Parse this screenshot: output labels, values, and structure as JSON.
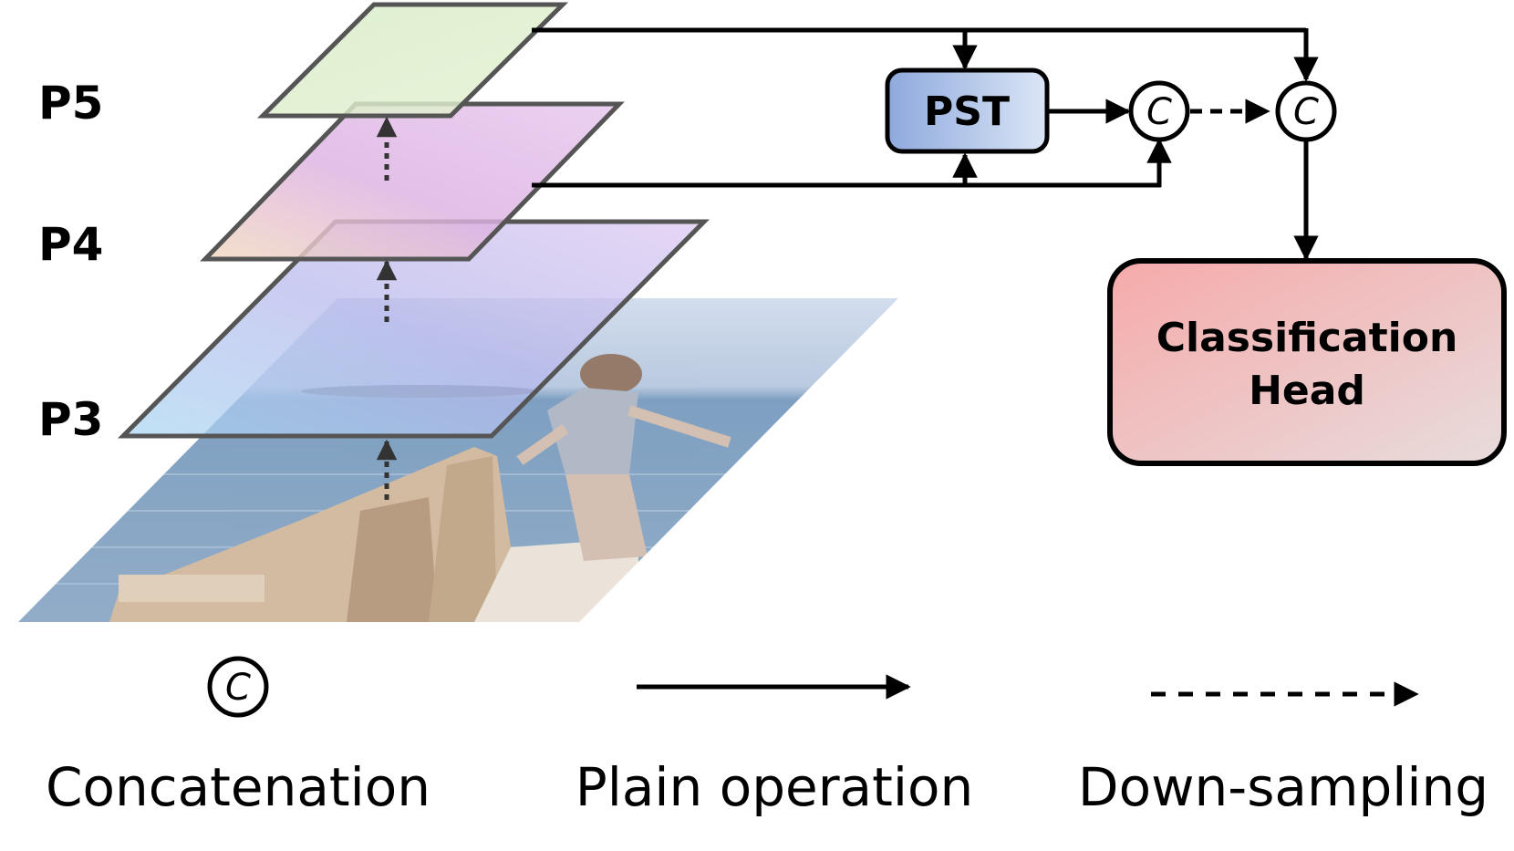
{
  "levels": {
    "p5": "P5",
    "p4": "P4",
    "p3": "P3"
  },
  "pst_label": "PST",
  "concat_symbol": "C",
  "head": {
    "line1": "Classification",
    "line2": "Head"
  },
  "legend": {
    "concatenation": "Concatenation",
    "plain": "Plain operation",
    "downsampling": "Down-sampling"
  },
  "colors": {
    "p5_fill": "#d6ebc4",
    "p4_fill": "#e2bfe6",
    "p3_fill": "#b9c7f0",
    "pst_fill": "#9fb4e2",
    "head_fill": "#f3b3b3",
    "sea": "#5c86ad",
    "sky": "#c9d8ea"
  }
}
